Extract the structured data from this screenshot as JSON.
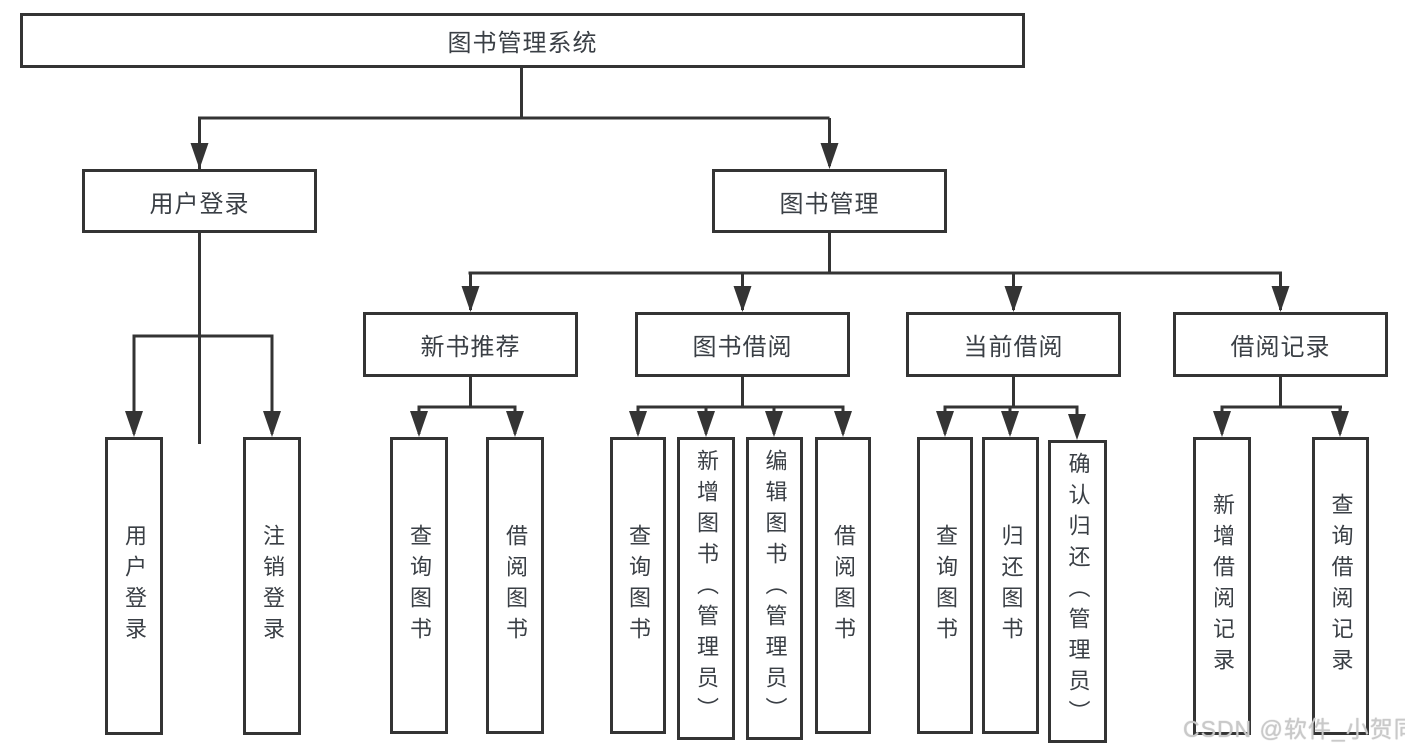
{
  "tree": {
    "label": "图书管理系统",
    "children": [
      {
        "label": "用户登录",
        "children": [
          {
            "label": "用户登录"
          },
          {
            "label": "注销登录"
          }
        ]
      },
      {
        "label": "图书管理",
        "children": [
          {
            "label": "新书推荐",
            "children": [
              {
                "label": "查询图书"
              },
              {
                "label": "借阅图书"
              }
            ]
          },
          {
            "label": "图书借阅",
            "children": [
              {
                "label": "查询图书"
              },
              {
                "label": "新增图书（管理员）"
              },
              {
                "label": "编辑图书（管理员）"
              },
              {
                "label": "借阅图书"
              }
            ]
          },
          {
            "label": "当前借阅",
            "children": [
              {
                "label": "查询图书"
              },
              {
                "label": "归还图书"
              },
              {
                "label": "确认归还（管理员）"
              }
            ]
          },
          {
            "label": "借阅记录",
            "children": [
              {
                "label": "新增借阅记录"
              },
              {
                "label": "查询借阅记录"
              }
            ]
          }
        ]
      }
    ]
  },
  "watermark": {
    "text": "CSDN @软件_小贺同学"
  },
  "colors": {
    "line": "#343434",
    "text": "#3a3f45",
    "watermark": "#c9c9c9",
    "background": "#ffffff"
  }
}
